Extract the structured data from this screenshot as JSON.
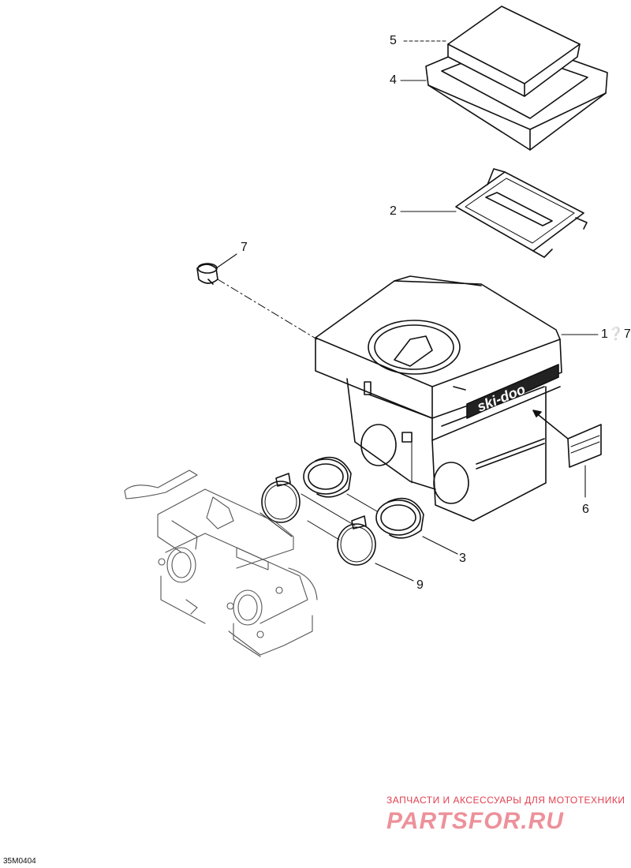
{
  "callouts": {
    "c5": "5",
    "c4": "4",
    "c2": "2",
    "c7": "7",
    "c1to7": "1❔7",
    "c6": "6",
    "c3": "3",
    "c9": "9"
  },
  "logo_text": "ski-doo",
  "drawing_code": "35M0404",
  "watermark": {
    "tagline": "ЗАПЧАСТИ И АКСЕССУАРЫ ДЛЯ МОТОТЕХНИКИ",
    "brand": "PARTSFOR.RU"
  },
  "colors": {
    "line": "#111111",
    "watermark": "#e03848"
  }
}
